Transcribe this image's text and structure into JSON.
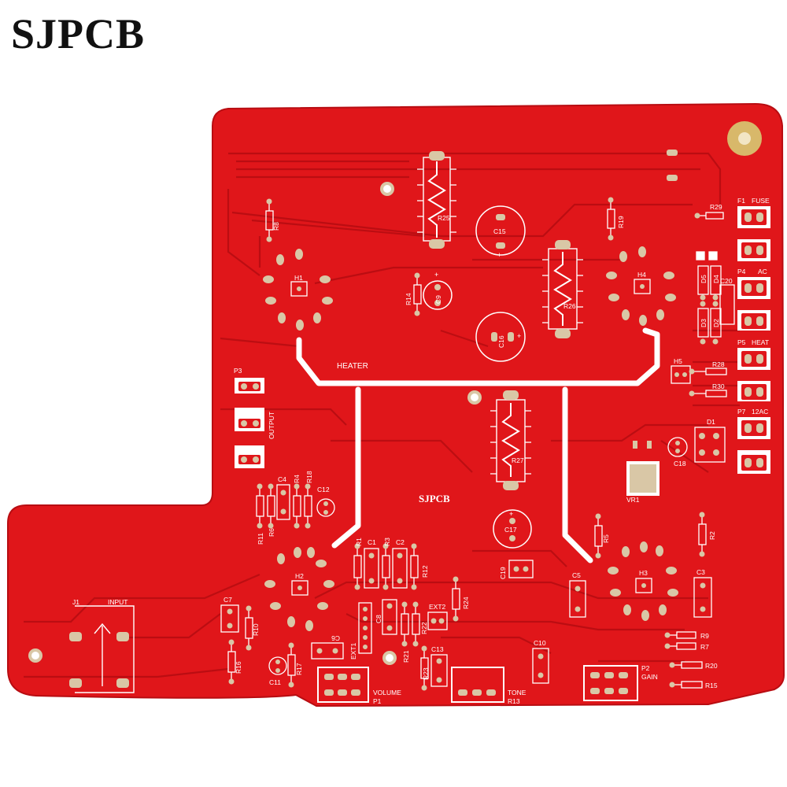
{
  "brand": "SJPCB",
  "board": {
    "center_logo": "SJPCB",
    "colors": {
      "soldermask": "#e0161a",
      "silkscreen": "#ffffff",
      "pad": "#d9c7a6",
      "copper_trace": "#b80d12"
    },
    "labels": {
      "heater": "HEATER",
      "output": "OUTPUT",
      "input": "INPUT",
      "volume": "VOLUME",
      "tone": "TONE",
      "gain": "GAIN",
      "p3": "P3",
      "j1": "J1",
      "p1": "P1",
      "p2": "P2",
      "r13": "R13",
      "f1": "F1",
      "fuse": "FUSE",
      "p4": "P4",
      "ac": "AC",
      "p5": "P5",
      "heat": "HEAT",
      "p7": "P7",
      "ac12": "12AC",
      "d1": "D1",
      "d2": "D2",
      "d3": "D3",
      "d4": "D4",
      "d5": "D5",
      "c20": "C20",
      "c18": "C18",
      "vr1": "VR1",
      "h1": "H1",
      "h2": "H2",
      "h3": "H3",
      "h4": "H4",
      "h5": "H5",
      "r25": "R25",
      "r26": "R26",
      "r27": "R27",
      "c15": "C15",
      "c16": "C16",
      "c9": "C9",
      "c17": "C17",
      "r8": "R8",
      "r14": "R14",
      "r19": "R19",
      "r29": "R29",
      "r28": "R28",
      "r30": "R30",
      "c4": "C4",
      "r4": "R4",
      "r18": "R18",
      "c12": "C12",
      "r11": "R11",
      "r6": "R6",
      "r1": "R1",
      "c1": "C1",
      "r3": "R3",
      "c2": "C2",
      "r12": "R12",
      "c19": "C19",
      "r5": "R5",
      "c5": "C5",
      "r2": "R2",
      "c3": "C3",
      "c7": "C7",
      "r10": "R10",
      "r16": "R16",
      "c11": "C11",
      "r17": "R17",
      "c6": "C6",
      "ext1": "EXT1",
      "c8": "C8",
      "r21": "R21",
      "r22": "R22",
      "ext2": "EXT2",
      "r24": "R24",
      "c13": "C13",
      "r23": "R23",
      "c10": "C10",
      "r9": "R9",
      "r7": "R7",
      "r20": "R20",
      "r15": "R15"
    }
  }
}
